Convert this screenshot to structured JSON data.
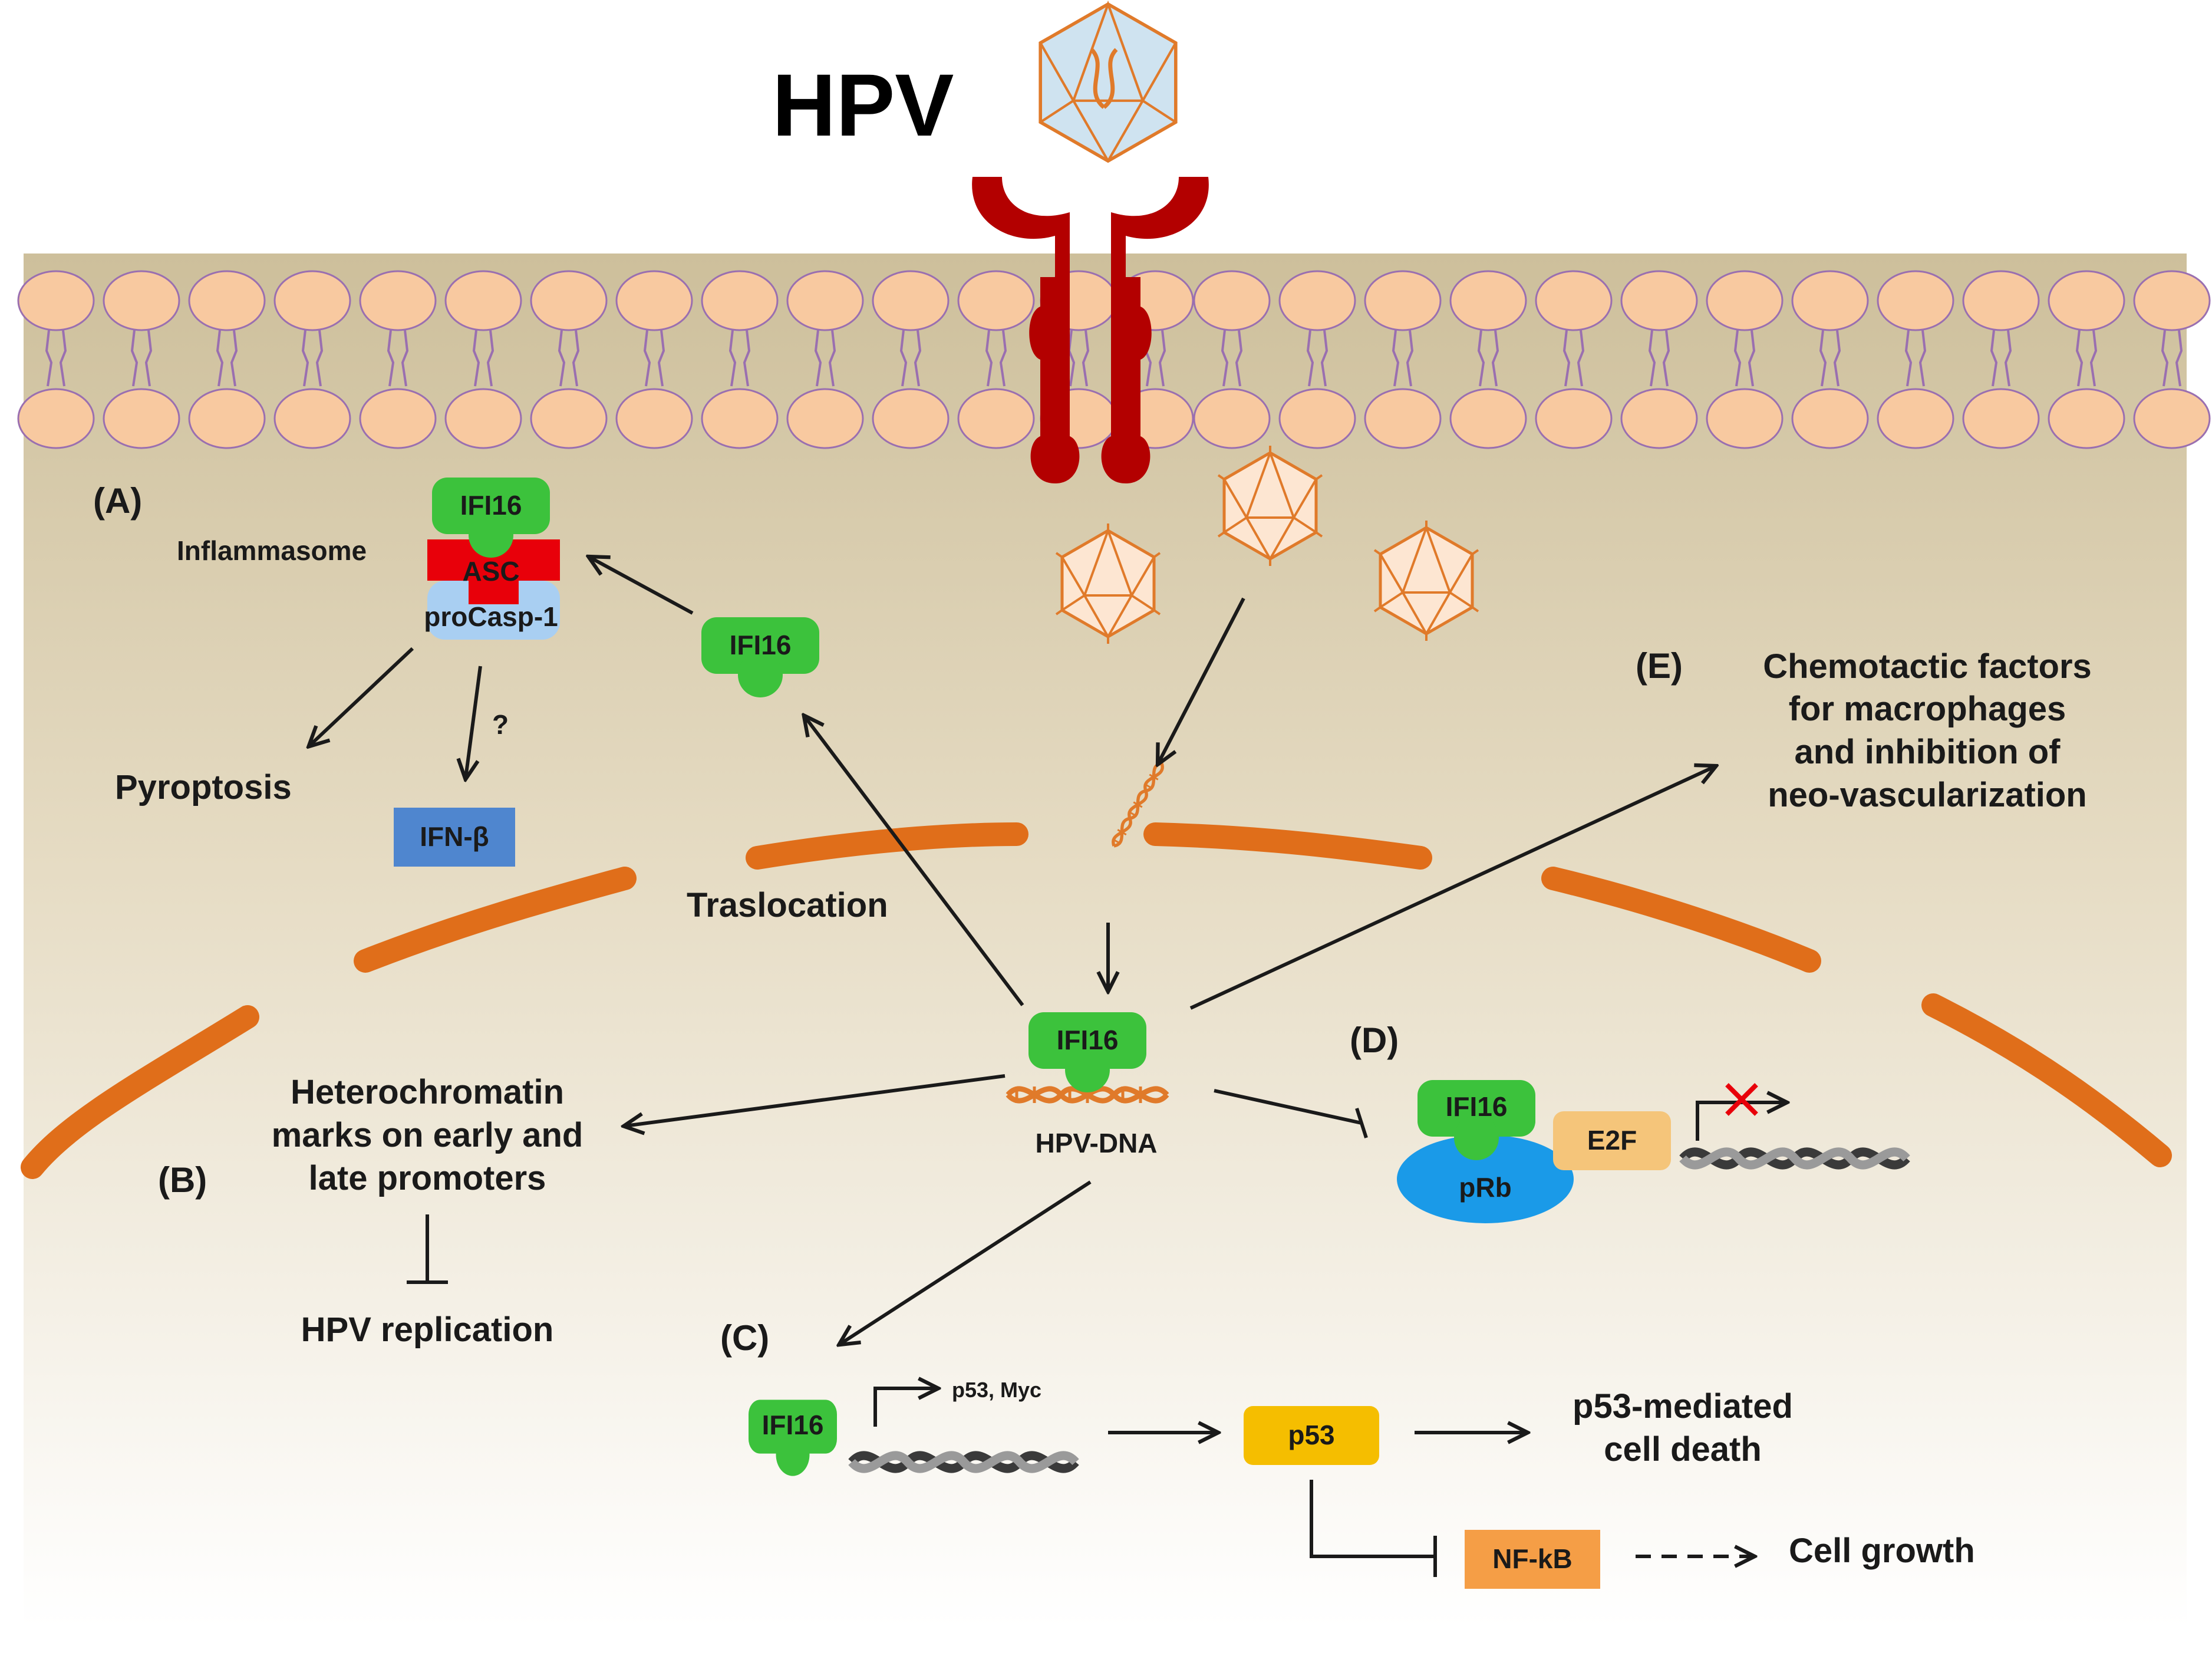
{
  "title": "HPV",
  "panels": {
    "A": "(A)",
    "B": "(B)",
    "C": "(C)",
    "D": "(D)",
    "E": "(E)"
  },
  "proteins": {
    "ifi16": "IFI16",
    "asc": "ASC",
    "procasp1": "proCasp-1",
    "ifn_beta": "IFN-β",
    "prb": "pRb",
    "e2f": "E2F",
    "p53": "p53",
    "nfkb": "NF-kB"
  },
  "labels": {
    "inflammasome": "Inflammasome",
    "pyroptosis": "Pyroptosis",
    "question": "?",
    "traslocation": "Traslocation",
    "hpv_dna": "HPV-DNA",
    "heterochromatin": [
      "Heterochromatin",
      "marks on early and",
      "late promoters"
    ],
    "hpv_replication": "HPV replication",
    "chemotactic": [
      "Chemotactic factors",
      "for macrophages",
      "and inhibition of",
      "neo-vascularization"
    ],
    "p53_myc": "p53, Myc",
    "p53_death": [
      "p53-mediated",
      "cell death"
    ],
    "cell_growth": "Cell growth"
  },
  "colors": {
    "ifi16_green": "#3cc23c",
    "asc_red": "#e8000a",
    "procasp_blue": "#a9cff2",
    "ifn_blue": "#4f86cf",
    "prb_blue": "#1a9ae8",
    "e2f_tan": "#f5c57a",
    "p53_yellow": "#f5be00",
    "nfkb_orange": "#f59e46",
    "receptor_red": "#b30000",
    "nuclear_orange": "#e06e1a",
    "lipid_peach": "#f8c9a0"
  }
}
